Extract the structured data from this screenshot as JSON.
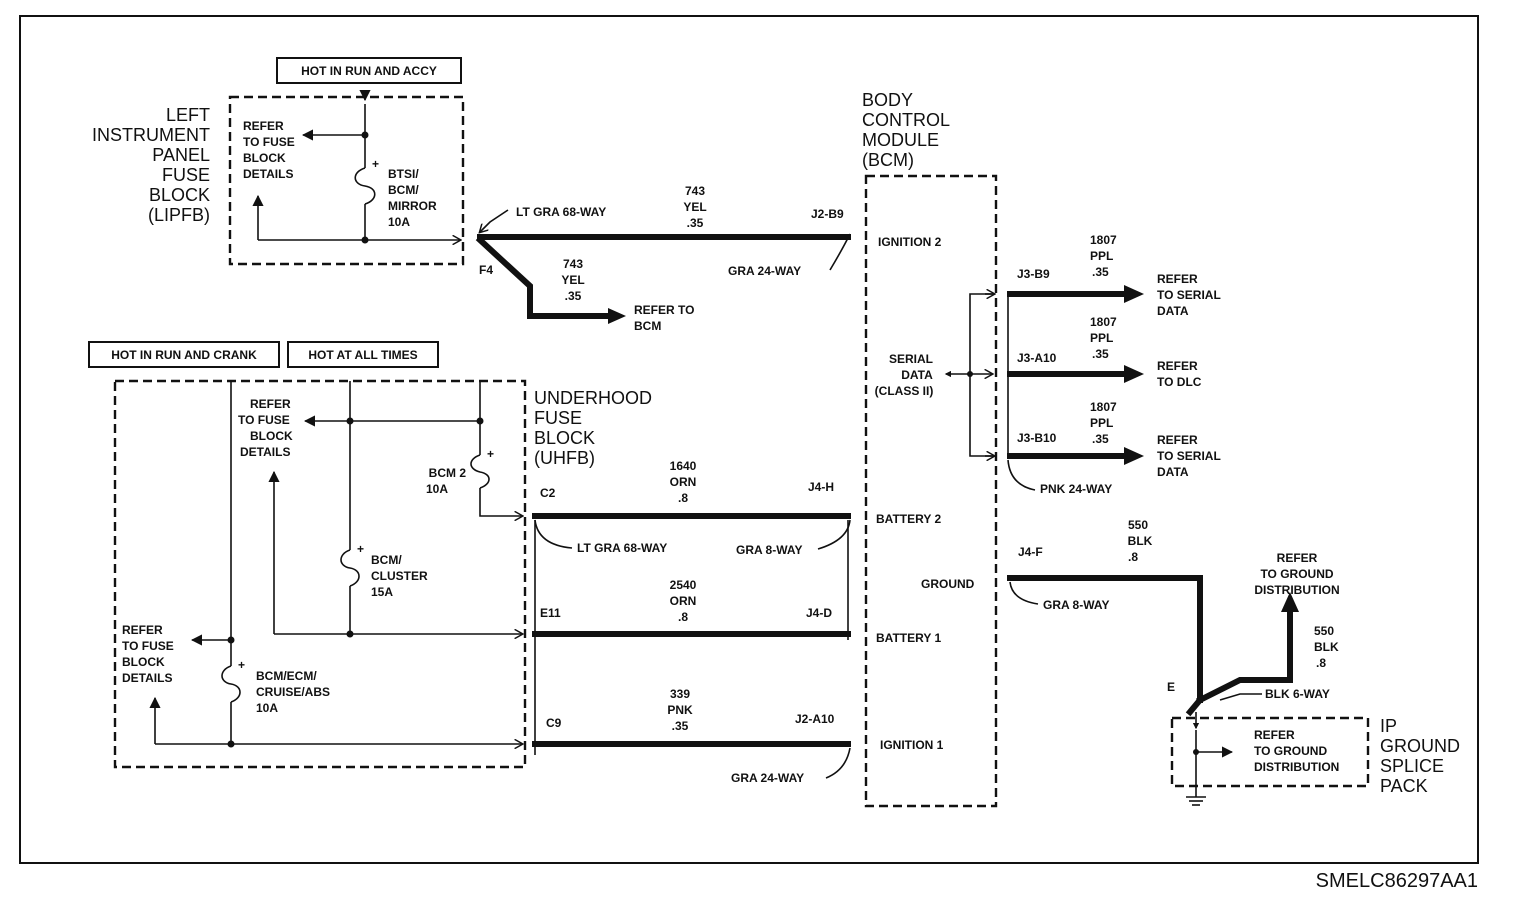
{
  "figure_code": "SMELC86297AA1",
  "power_labels": {
    "run_accy": "HOT IN RUN AND ACCY",
    "run_crank": "HOT IN RUN AND CRANK",
    "all_times": "HOT AT ALL TIMES"
  },
  "lipfb": {
    "title": [
      "LEFT",
      "INSTRUMENT",
      "PANEL",
      "FUSE",
      "BLOCK",
      "(LIPFB)"
    ],
    "refer": [
      "REFER",
      "TO FUSE",
      "BLOCK",
      "DETAILS"
    ],
    "fuse": [
      "BTSI/",
      "BCM/",
      "MIRROR",
      "10A"
    ],
    "terminal": "F4",
    "connector": "LT GRA 68-WAY"
  },
  "uhfb": {
    "title": [
      "UNDERHOOD",
      "FUSE",
      "BLOCK",
      "(UHFB)"
    ],
    "refer_top": [
      "REFER",
      "TO FUSE",
      "BLOCK",
      "DETAILS"
    ],
    "refer_left": [
      "REFER",
      "TO FUSE",
      "BLOCK",
      "DETAILS"
    ],
    "fuse_bcm2": [
      "BCM 2",
      "10A"
    ],
    "fuse_cluster": [
      "BCM/",
      "CLUSTER",
      "15A"
    ],
    "fuse_ecm": [
      "BCM/ECM/",
      "CRUISE/ABS",
      "10A"
    ],
    "term_c2": "C2",
    "term_e11": "E11",
    "term_c9": "C9",
    "connector_68": "LT GRA 68-WAY"
  },
  "bcm": {
    "title": [
      "BODY",
      "CONTROL",
      "MODULE",
      "(BCM)"
    ],
    "pins": {
      "ignition2": "IGNITION 2",
      "serial": [
        "SERIAL",
        "DATA",
        "(CLASS II)"
      ],
      "battery2": "BATTERY 2",
      "ground": "GROUND",
      "battery1": "BATTERY 1",
      "ignition1": "IGNITION 1"
    }
  },
  "wires": {
    "w743_main": [
      "743",
      "YEL",
      ".35"
    ],
    "w743_branch": [
      "743",
      "YEL",
      ".35"
    ],
    "refer_bcm": [
      "REFER TO",
      "BCM"
    ],
    "j2b9": "J2-B9",
    "gra24_top": "GRA 24-WAY",
    "w1640": [
      "1640",
      "ORN",
      ".8"
    ],
    "j4h": "J4-H",
    "gra8_a": "GRA 8-WAY",
    "w2540": [
      "2540",
      "ORN",
      ".8"
    ],
    "j4d": "J4-D",
    "w339": [
      "339",
      "PNK",
      ".35"
    ],
    "j2a10": "J2-A10",
    "gra24_bottom": "GRA 24-WAY"
  },
  "serial": {
    "w1": [
      "1807",
      "PPL",
      ".35"
    ],
    "w2": [
      "1807",
      "PPL",
      ".35"
    ],
    "w3": [
      "1807",
      "PPL",
      ".35"
    ],
    "j3b9": "J3-B9",
    "j3a10": "J3-A10",
    "j3b10": "J3-B10",
    "refer1": [
      "REFER",
      "TO SERIAL",
      "DATA"
    ],
    "refer2": [
      "REFER",
      "TO DLC"
    ],
    "refer3": [
      "REFER",
      "TO SERIAL",
      "DATA"
    ],
    "pnk24": "PNK 24-WAY"
  },
  "ground": {
    "w550a": [
      "550",
      "BLK",
      ".8"
    ],
    "j4f": "J4-F",
    "gra8": "GRA 8-WAY",
    "refer_dist": [
      "REFER",
      "TO GROUND",
      "DISTRIBUTION"
    ],
    "w550b": [
      "550",
      "BLK",
      ".8"
    ],
    "term_e": "E",
    "blk6": "BLK 6-WAY",
    "splice_refer": [
      "REFER",
      "TO GROUND",
      "DISTRIBUTION"
    ],
    "splice_title": [
      "IP",
      "GROUND",
      "SPLICE",
      "PACK"
    ]
  }
}
